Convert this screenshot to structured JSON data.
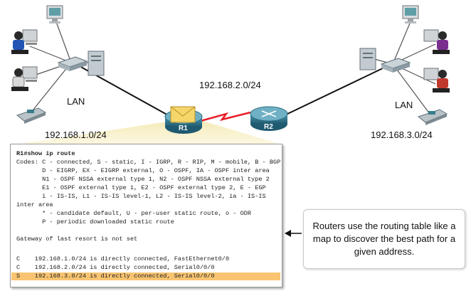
{
  "networks": {
    "left_lan": "LAN",
    "right_lan": "LAN",
    "net1": "192.168.1.0/24",
    "net2": "192.168.2.0/24",
    "net3": "192.168.3.0/24"
  },
  "routers": {
    "r1": "R1",
    "r2": "R2"
  },
  "routing_table": {
    "command_prompt": "R1#show ip route",
    "lines": [
      "Codes: C - connected, S - static, I - IGRP, R - RIP, M - mobile, B - BGP",
      "       D - EIGRP, EX - EIGRP external, O - OSPF, IA - OSPF inter area",
      "       N1 - OSPF NSSA external type 1, N2 - OSPF NSSA external type 2",
      "       E1 - OSPF external type 1, E2 - OSPF external type 2, E - EGP",
      "       i - IS-IS, L1 - IS-IS level-1, L2 - IS-IS level-2, ia - IS-IS",
      "inter area",
      "       * - candidate default, U - per-user static route, o - ODR",
      "       P - periodic downloaded static route",
      "",
      "Gateway of last resort is not set",
      "",
      "C    192.168.1.0/24 is directly connected, FastEthernet0/0",
      "C    192.168.2.0/24 is directly connected, Serial0/0/0",
      "S    192.168.3.0/24 is directly connected, Serial0/0/0"
    ]
  },
  "callout": {
    "text": "Routers use the routing table like a map to discover the best path for a given address."
  },
  "colors": {
    "highlight": "#f8c471",
    "serial_link": "#e8202a",
    "router_body": "#2b6f86",
    "envelope": "#f5d66b"
  }
}
